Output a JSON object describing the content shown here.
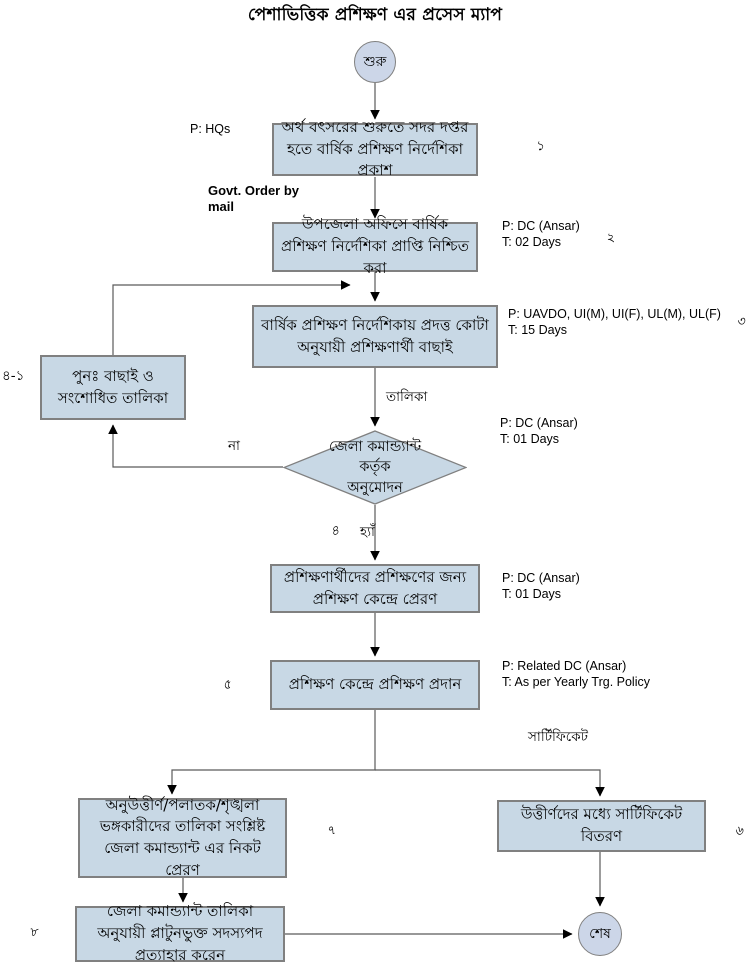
{
  "title": "পেশাভিত্তিক প্রশিক্ষণ এর প্রসেস ম্যাপ",
  "colors": {
    "node_fill": "#c8d8e5",
    "node_border": "#808080",
    "line": "#5a5a5a",
    "arrowhead": "#000000",
    "text": "#000000",
    "background": "#ffffff"
  },
  "nodes": {
    "start": {
      "label": "শুরু"
    },
    "end": {
      "label": "শেষ"
    },
    "step1": {
      "text": "অর্থ বৎসরের শুরুতে সদর দপ্তর হতে বার্ষিক প্রশিক্ষণ নির্দেশিকা প্রকাশ"
    },
    "step2": {
      "text": "উপজেলা অফিসে বার্ষিক প্রশিক্ষণ নির্দেশিকা প্রাপ্তি নিশ্চিত করা"
    },
    "step3": {
      "text": "বার্ষিক প্রশিক্ষণ নির্দেশিকায় প্রদত্ত কোটা অনুযায়ী প্রশিক্ষণার্থী বাছাই"
    },
    "revise": {
      "text": "পুনঃ  বাছাই ও সংশোধিত তালিকা"
    },
    "decision": {
      "line1": "জেলা কমান্ড্যান্ট",
      "line2": "কর্তৃক",
      "line3": "অনুমোদন"
    },
    "step4": {
      "text": "প্রশিক্ষণার্থীদের প্রশিক্ষণের জন্য প্রশিক্ষণ কেন্দ্রে প্রেরণ"
    },
    "step5": {
      "text": "প্রশিক্ষণ কেন্দ্রে প্রশিক্ষণ প্রদান"
    },
    "step6": {
      "text": "উত্তীর্ণদের মধ্যে সার্টিফিকেট বিতরণ"
    },
    "step7": {
      "text": "অনুউত্তীর্ণ/পলাতক/শৃঙ্খলা ভঙ্গকারীদের তালিকা সংশ্লিষ্ট  জেলা কমান্ড্যান্ট এর নিকট প্রেরণ"
    },
    "step8": {
      "text": "জেলা কমান্ড্যান্ট তালিকা অনুযায়ী প্লাটুনভুক্ত সদস্যপদ প্রত্যাহার করেন"
    }
  },
  "annotations": {
    "p_hqs": "P: HQs",
    "govt_order": "Govt. Order by mail",
    "step2_resp": "P: DC (Ansar)",
    "step2_time": "T: 02 Days",
    "step3_resp": "P: UAVDO, UI(M), UI(F), UL(M), UL(F)",
    "step3_time": "T: 15 Days",
    "decision_resp": "P: DC (Ansar)",
    "decision_time": "T: 01 Days",
    "step4_resp": "P: DC (Ansar)",
    "step4_time": "T: 01 Days",
    "step5_resp": "P: Related DC (Ansar)",
    "step5_time": "T: As per Yearly Trg. Policy",
    "list_label": "তালিকা",
    "no_label": "না",
    "yes_label": "হ্যাঁ",
    "certificate_label": "সার্টিফিকেট",
    "revise_ref": "৪-১"
  },
  "step_numbers": {
    "n1": "১",
    "n2": "২",
    "n3": "৩",
    "n4": "৪",
    "n5": "৫",
    "n6": "৬",
    "n7": "৭",
    "n8": "৮"
  }
}
